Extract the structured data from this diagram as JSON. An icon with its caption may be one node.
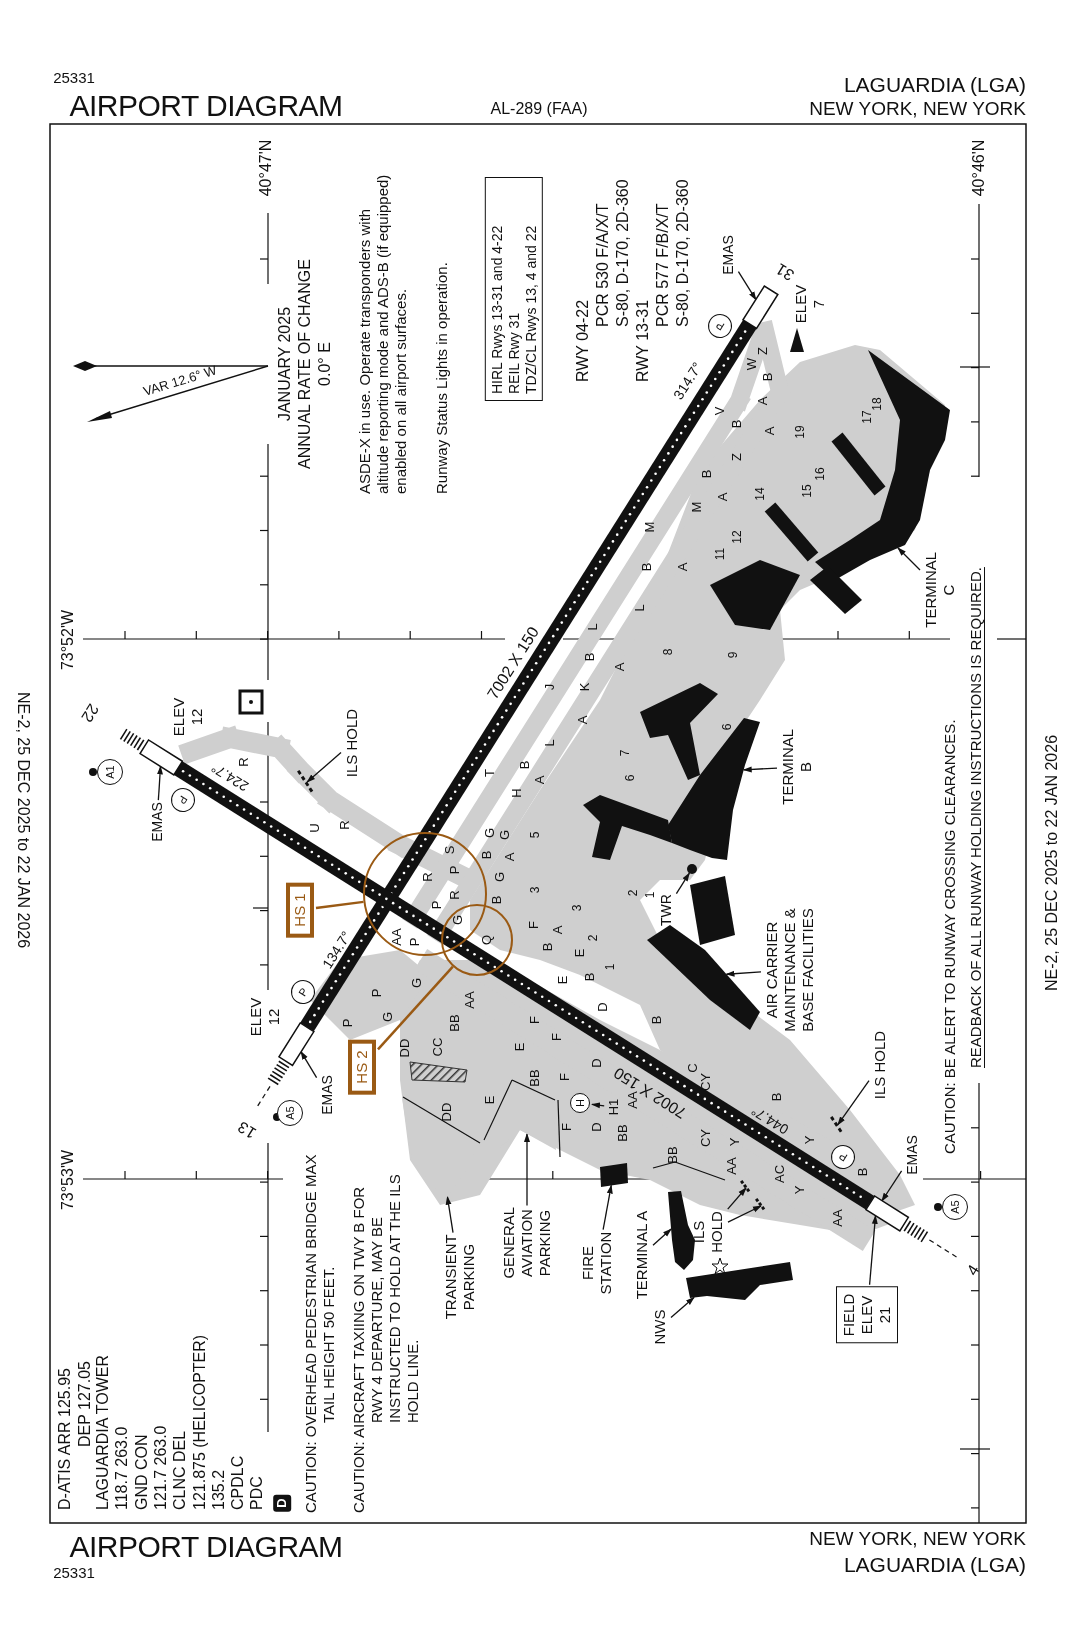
{
  "diagram": {
    "title": "AIRPORT DIAGRAM",
    "nodes": [
      {
        "text": [
          "HIRL Rwys 13-31 and 4-22",
          "REIL Rwy 31",
          "TDZ/CL Rwys 13, 4 and 22"
        ]
      },
      {
        "text": [
          "FIELD ELEV 21"
        ]
      },
      {
        "text": [
          "HS 1"
        ]
      },
      {
        "text": [
          "HS 2"
        ]
      },
      {
        "text": [],
        "shape": "circle"
      },
      {
        "text": [],
        "shape": "circle"
      },
      {
        "text": [
          "EMAS"
        ]
      },
      {
        "text": [
          "EMAS"
        ]
      },
      {
        "text": [
          "EMAS"
        ]
      },
      {
        "text": [
          "EMAS"
        ]
      },
      {
        "text": [
          "ILS HOLD"
        ]
      },
      {
        "text": [
          "ILS HOLD"
        ]
      },
      {
        "text": [
          "ILS HOLD"
        ]
      },
      {
        "text": [
          "TERMINAL C"
        ]
      },
      {
        "text": [
          "TERMINAL B"
        ]
      },
      {
        "text": [
          "TWR"
        ]
      },
      {
        "text": [
          "AIR CARRIER MAINTENANCE & BASE FACILITIES"
        ]
      },
      {
        "text": [
          "TRANSIENT PARKING"
        ]
      },
      {
        "text": [
          "GENERAL AVIATION PARKING"
        ]
      },
      {
        "text": [
          "FIRE STATION"
        ]
      },
      {
        "text": [
          "TERMINAL A"
        ]
      },
      {
        "text": [
          "NWS"
        ]
      },
      {
        "text": [
          "H1"
        ]
      },
      {
        "text": [
          "H"
        ]
      },
      {
        "text": [],
        "shape": "box"
      },
      {
        "text": [],
        "shape": "box"
      },
      {
        "text": [],
        "shape": "box"
      },
      {
        "text": [],
        "shape": "box"
      },
      {
        "text": [],
        "shape": "building"
      },
      {
        "text": [],
        "shape": "building"
      },
      {
        "text": [],
        "shape": "dot"
      },
      {
        "text": [],
        "shape": "building"
      },
      {
        "text": [],
        "shape": "building"
      },
      {
        "text": [],
        "shape": "building"
      },
      {
        "text": [],
        "shape": "building"
      },
      {
        "text": [],
        "shape": "bar"
      },
      {
        "text": [],
        "shape": "bar"
      },
      {
        "text": [],
        "shape": "bar"
      },
      {
        "text": [],
        "shape": "bar"
      },
      {
        "text": [],
        "shape": "area"
      },
      {
        "text": [],
        "shape": "area"
      }
    ],
    "edges": [
      {
        "from": 2,
        "to": 4,
        "arrow": "none",
        "color": "#9a5a14"
      },
      {
        "from": 3,
        "to": 5,
        "arrow": "none",
        "color": "#9a5a14"
      },
      {
        "from": 6,
        "to": 24,
        "arrow": "to"
      },
      {
        "from": 7,
        "to": 25,
        "arrow": "to"
      },
      {
        "from": 8,
        "to": 26,
        "arrow": "to"
      },
      {
        "from": 9,
        "to": 27,
        "arrow": "to"
      },
      {
        "from": 10,
        "to": 35,
        "arrow": "to"
      },
      {
        "from": 11,
        "to": 36,
        "arrow": "to"
      },
      {
        "from": 12,
        "to": 37,
        "arrow": "to"
      },
      {
        "from": 12,
        "to": 38,
        "arrow": "to"
      },
      {
        "from": 13,
        "to": 28,
        "arrow": "to"
      },
      {
        "from": 14,
        "to": 29,
        "arrow": "to"
      },
      {
        "from": 15,
        "to": 30,
        "arrow": "to"
      },
      {
        "from": 16,
        "to": 31,
        "arrow": "to"
      },
      {
        "from": 17,
        "to": 39,
        "arrow": "to"
      },
      {
        "from": 18,
        "to": 40,
        "arrow": "to"
      },
      {
        "from": 19,
        "to": 32,
        "arrow": "to"
      },
      {
        "from": 20,
        "to": 33,
        "arrow": "to"
      },
      {
        "from": 21,
        "to": 34,
        "arrow": "to"
      },
      {
        "from": 1,
        "to": 27,
        "arrow": "to"
      },
      {
        "from": 22,
        "to": 23,
        "arrow": "to"
      }
    ],
    "labels": [
      "25331",
      "AL-289 (FAA)",
      "LAGUARDIA (LGA)",
      "NEW YORK, NEW YORK",
      "NE-2, 25 DEC 2025 to 22 JAN 2026",
      "NE-2, 25 DEC 2025 to 22 JAN 2026",
      "40°47'N",
      "VAR 12.6° W",
      "JANUARY 2025",
      "ANNUAL RATE OF CHANGE",
      "0.0° E",
      "ASDE-X in use. Operate transponders with altitude reporting mode and ADS-B (if equipped) enabled on all airport surfaces.",
      "Runway Status Lights in operation.",
      "RWY 04-22",
      "PCR 530 F/A/X/T",
      "S-80, D-170, 2D-360",
      "RWY 13-31",
      "PCR 577 F/B/X/T",
      "S-80, D-170, 2D-360",
      "40°46'N",
      "73°52'W",
      "73°53'W",
      "22",
      "ELEV 12",
      "P",
      "A1",
      "224.7°",
      "31",
      "ELEV 7",
      "P",
      "314.7°",
      "7002 X 150",
      "134.7°",
      "P",
      "ELEV 12",
      "13",
      "A5",
      "7002 X 150",
      "044.7°",
      "P",
      "A5",
      "4",
      "R",
      "U",
      "R",
      "S",
      "R",
      "P",
      "R",
      "P",
      "AA",
      "P",
      "G",
      "B",
      "G",
      "G",
      "T",
      "B",
      "H",
      "A",
      "G",
      "B",
      "Q",
      "F",
      "P",
      "G",
      "P",
      "G",
      "BB",
      "AA",
      "F",
      "DD",
      "CC",
      "E",
      "B",
      "L",
      "L",
      "J",
      "K",
      "A",
      "A",
      "L",
      "A",
      "A",
      "E",
      "B",
      "E",
      "B",
      "D",
      "B",
      "F",
      "Z",
      "W",
      "B",
      "V",
      "A",
      "B",
      "A",
      "Z",
      "B",
      "M",
      "A",
      "M",
      "B",
      "A",
      "D",
      "C",
      "CY",
      "B",
      "F",
      "BB",
      "AA",
      "F",
      "D",
      "BB",
      "CY",
      "Y",
      "AA",
      "BB",
      "Y",
      "AC",
      "Y",
      "B",
      "AA",
      "DD",
      "E",
      "5",
      "3",
      "8",
      "9",
      "6",
      "7",
      "6",
      "3",
      "2",
      "1",
      "2",
      "1",
      "19",
      "18",
      "17",
      "16",
      "14",
      "15",
      "12",
      "11",
      "D-ATIS ARR 125.95",
      "DEP 127.05",
      "LAGUARDIA TOWER",
      "118.7 263.0",
      "GND CON",
      "121.7 263.0",
      "CLNC DEL",
      "121.875 (HELICOPTER)",
      "135.2",
      "CPDLC",
      "PDC",
      "D",
      "CAUTION: OVERHEAD PEDESTRIAN BRIDGE MAX TAIL HEIGHT 50 FEET.",
      "CAUTION: AIRCRAFT TAXIING ON TWY B FOR RWY 4 DEPARTURE, MAY BE INSTRUCTED TO HOLD AT THE ILS HOLD LINE.",
      "CAUTION: BE ALERT TO RUNWAY CROSSING CLEARANCES.",
      "READBACK OF ALL RUNWAY HOLDING INSTRUCTIONS IS REQUIRED.",
      "AIRPORT DIAGRAM",
      "25331",
      "NEW YORK, NEW YORK",
      "LAGUARDIA (LGA)"
    ]
  }
}
